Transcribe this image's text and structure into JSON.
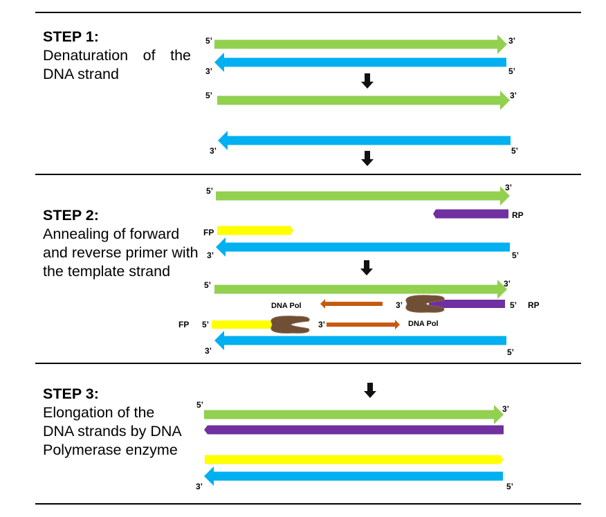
{
  "colors": {
    "template_top": "#92d050",
    "template_bottom": "#00b0f0",
    "forward_primer": "#ffff00",
    "reverse_primer": "#7030a0",
    "extension_arrow": "#c55a11",
    "polymerase": "#6f4f36",
    "process_arrow": "#111111",
    "rule": "#000000"
  },
  "steps": [
    {
      "title": "STEP 1:",
      "description": "Denaturation of the DNA strand"
    },
    {
      "title": "STEP 2:",
      "description": "Annealing of forward and reverse primer with the template strand"
    },
    {
      "title": "STEP 3:",
      "description": "Elongation of the DNA strands by DNA Polymerase enzyme"
    }
  ],
  "labels": {
    "five_prime": "5’",
    "three_prime": "3’",
    "forward_primer": "FP",
    "reverse_primer": "RP",
    "dna_pol": "DNA Pol"
  }
}
